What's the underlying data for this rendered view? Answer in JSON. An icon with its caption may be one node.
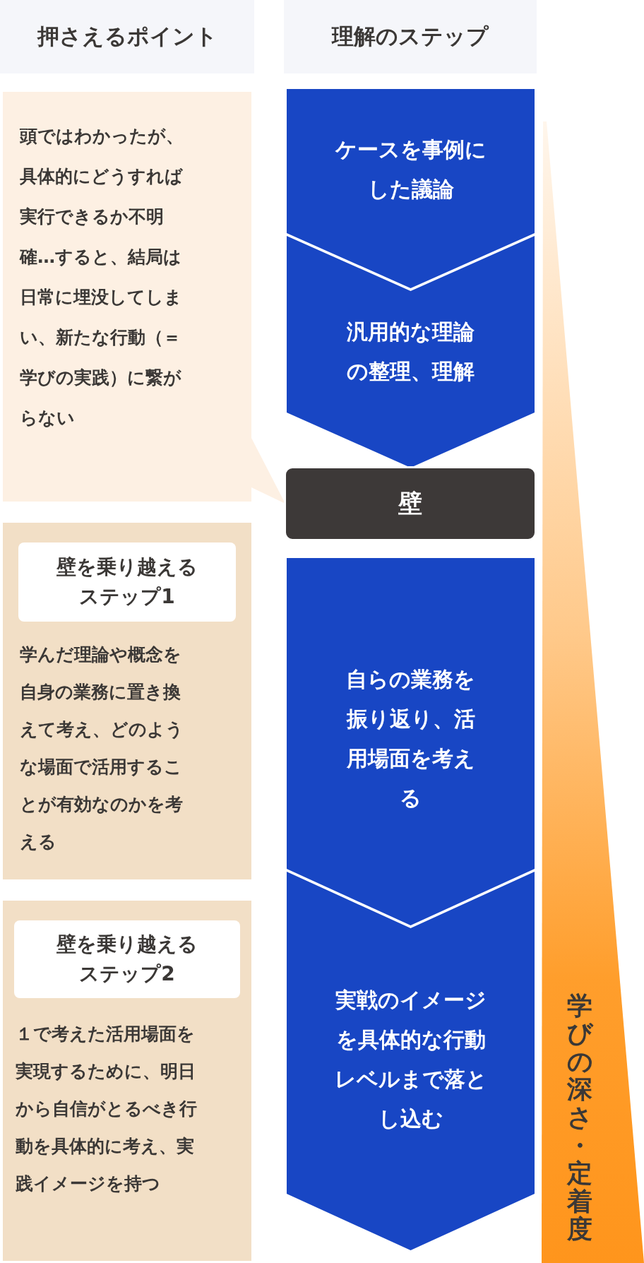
{
  "diagram": {
    "nodes": [
      {
        "text": [
          "押さえるポイント"
        ]
      },
      {
        "text": [
          "理解のステップ"
        ]
      },
      {
        "text": [
          "頭ではわかったが、具体的にどうすれば実行できるか不明確…すると、結局は日常に埋没してしまい、新たな行動（＝学びの実践）に繋がらない"
        ]
      },
      {
        "text": [
          "ケースを事例にした議論"
        ]
      },
      {
        "text": [
          "汎用的な理論の整理、理解"
        ]
      },
      {
        "text": [
          "壁"
        ]
      },
      {
        "text": [
          "学んだ理論や概念を自身の業務に置き換えて考え、どのような場面で活用することが有効なのかを考える"
        ]
      },
      {
        "text": [
          "壁を乗り越えるステップ1"
        ],
        "in": 6
      },
      {
        "text": [
          "自らの業務を振り返り、活用場面を考える"
        ]
      },
      {
        "text": [
          "実戦のイメージを具体的な行動レベルまで落とし込む"
        ]
      },
      {
        "text": [
          "１で考えた活用場面を実現するために、明日から自信がとるべき行動を具体的に考え、実践イメージを持つ"
        ]
      },
      {
        "text": [
          "壁を乗り越えるステップ2"
        ],
        "in": 10
      },
      {
        "text": [
          "学びの深さ・定着度"
        ]
      }
    ],
    "edges": [
      {
        "from": 2,
        "to": 5,
        "arrow": "none"
      }
    ]
  }
}
